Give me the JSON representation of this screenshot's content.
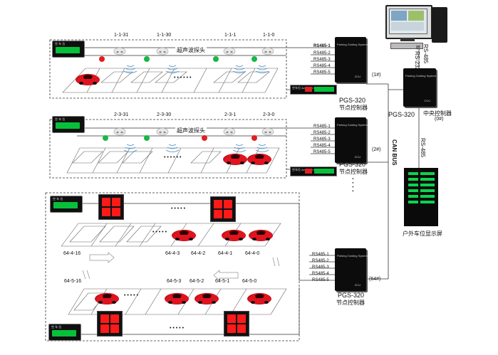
{
  "top_section": {
    "sensor_ids": [
      "1-1-31",
      "1-1-30",
      "1-1-1",
      "1-1-0"
    ],
    "sensor_label": "超声波探头",
    "controller": {
      "name": "PGS-320",
      "label": "节点控制器",
      "number": "(1#)",
      "ports": [
        "RS485-1",
        "RS485-2",
        "RS485-3",
        "RS485-4",
        "RS485-5"
      ]
    },
    "ellipsis": "• • • • • •"
  },
  "middle_section": {
    "sensor_ids": [
      "2-3-31",
      "2-3-30",
      "2-3-1",
      "2-3-0"
    ],
    "sensor_label": "超声波探头",
    "controller": {
      "name": "PGS-320",
      "label": "节点控制器",
      "number": "(2#)",
      "ports": [
        "RS485-1",
        "RS485-2",
        "RS485-3",
        "RS485-4",
        "RS485-5"
      ]
    },
    "ellipsis": "• • • • • •"
  },
  "bottom_section": {
    "row1_ids": [
      "64-4-16",
      "64-4-3",
      "64-4-2",
      "64-4-1",
      "64-4-0"
    ],
    "row2_ids": [
      "64-5-16",
      "64-5-3",
      "64-5-2",
      "64-5-1",
      "64-5-0"
    ],
    "controller": {
      "name": "PGS-320",
      "label": "节点控制器",
      "number": "(64#)",
      "ports": [
        "RS485-1",
        "RS485-2",
        "RS485-3",
        "RS485-4",
        "RS485-5"
      ]
    },
    "ellipsis": "• • • • •"
  },
  "central": {
    "name": "PGS-320",
    "label": "中央控制器",
    "number": "(0#)",
    "bus_label": "CAN BUS",
    "rs485_up": "RS-485",
    "rs232": "RS-232",
    "rs232_prefix": "转",
    "rs485_down": "RS-485"
  },
  "device_text": {
    "guidance": "Parking Guiding System",
    "zcu": "ZCU",
    "ccu": "CCU",
    "available_lots": "空车位 Available Lots",
    "sign_title": "空 车 位",
    "sign_sub": "Available Lots"
  },
  "outdoor_display": {
    "label": "户外车位显示屏"
  },
  "vertical_dots": "• • • •",
  "colors": {
    "green": "#06c03a",
    "red": "#ff1a1a",
    "car": "#d0101c"
  }
}
